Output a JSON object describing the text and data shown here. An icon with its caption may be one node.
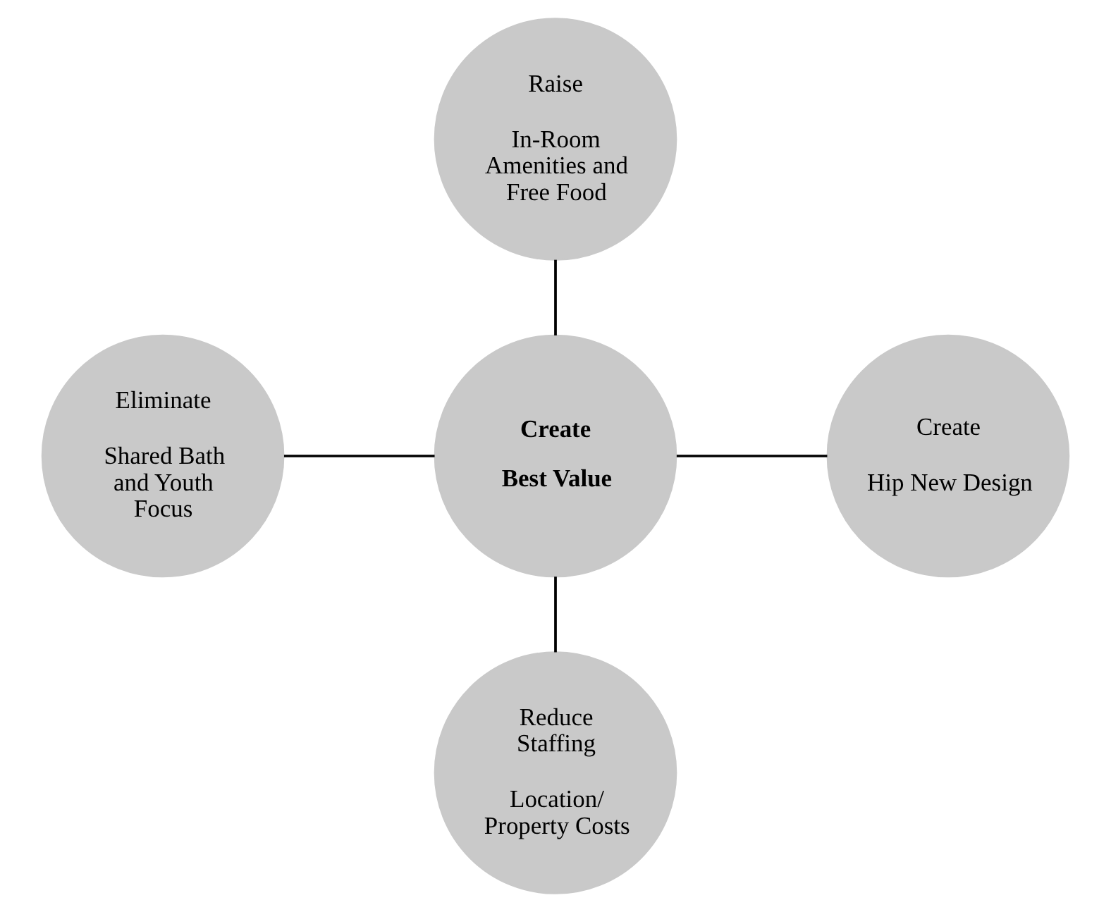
{
  "diagram": {
    "nodes": [
      {
        "text": [
          "Raise",
          "In-Room Amenities and Free Food"
        ]
      },
      {
        "text": [
          "Eliminate",
          "Shared Bath and Youth Focus"
        ]
      },
      {
        "text": [
          "Create",
          "Best Value"
        ]
      },
      {
        "text": [
          "Create",
          "Hip New Design"
        ]
      },
      {
        "text": [
          "Reduce Staffing",
          "Location/ Property Costs"
        ]
      }
    ],
    "edges": [
      {
        "from": 0,
        "to": 2,
        "arrow": "none"
      },
      {
        "from": 1,
        "to": 2,
        "arrow": "none"
      },
      {
        "from": 2,
        "to": 3,
        "arrow": "none"
      },
      {
        "from": 2,
        "to": 4,
        "arrow": "none"
      }
    ]
  }
}
